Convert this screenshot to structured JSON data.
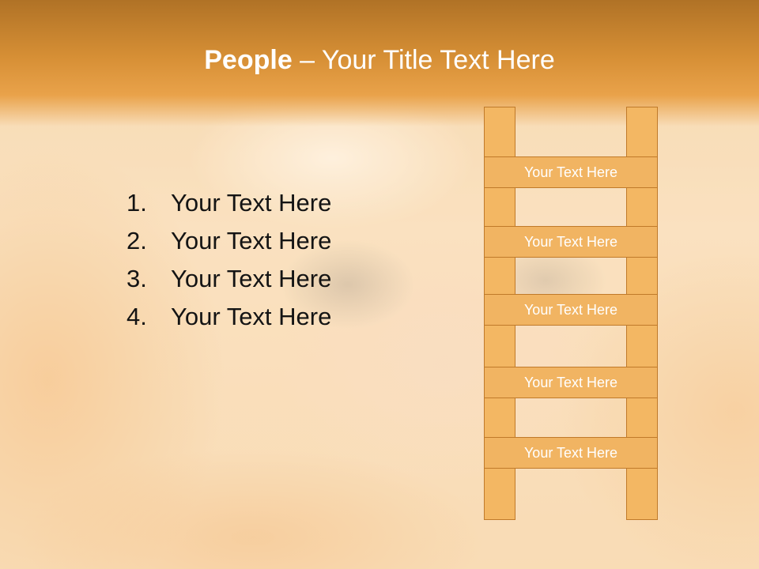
{
  "slide": {
    "title_bold": "People",
    "title_rest": " – Your Title Text Here",
    "list_items": [
      {
        "number": "1.",
        "text": "Your Text Here"
      },
      {
        "number": "2.",
        "text": "Your Text Here"
      },
      {
        "number": "3.",
        "text": "Your Text Here"
      },
      {
        "number": "4.",
        "text": "Your Text Here"
      }
    ],
    "ladder_rungs": [
      "Your Text Here",
      "Your Text Here",
      "Your Text Here",
      "Your Text Here",
      "Your Text Here"
    ]
  },
  "colors": {
    "title_band": "#d68f35",
    "ladder_fill": "#f1b462",
    "ladder_border": "#c07a2a",
    "title_text": "#ffffff",
    "body_text": "#141414"
  }
}
